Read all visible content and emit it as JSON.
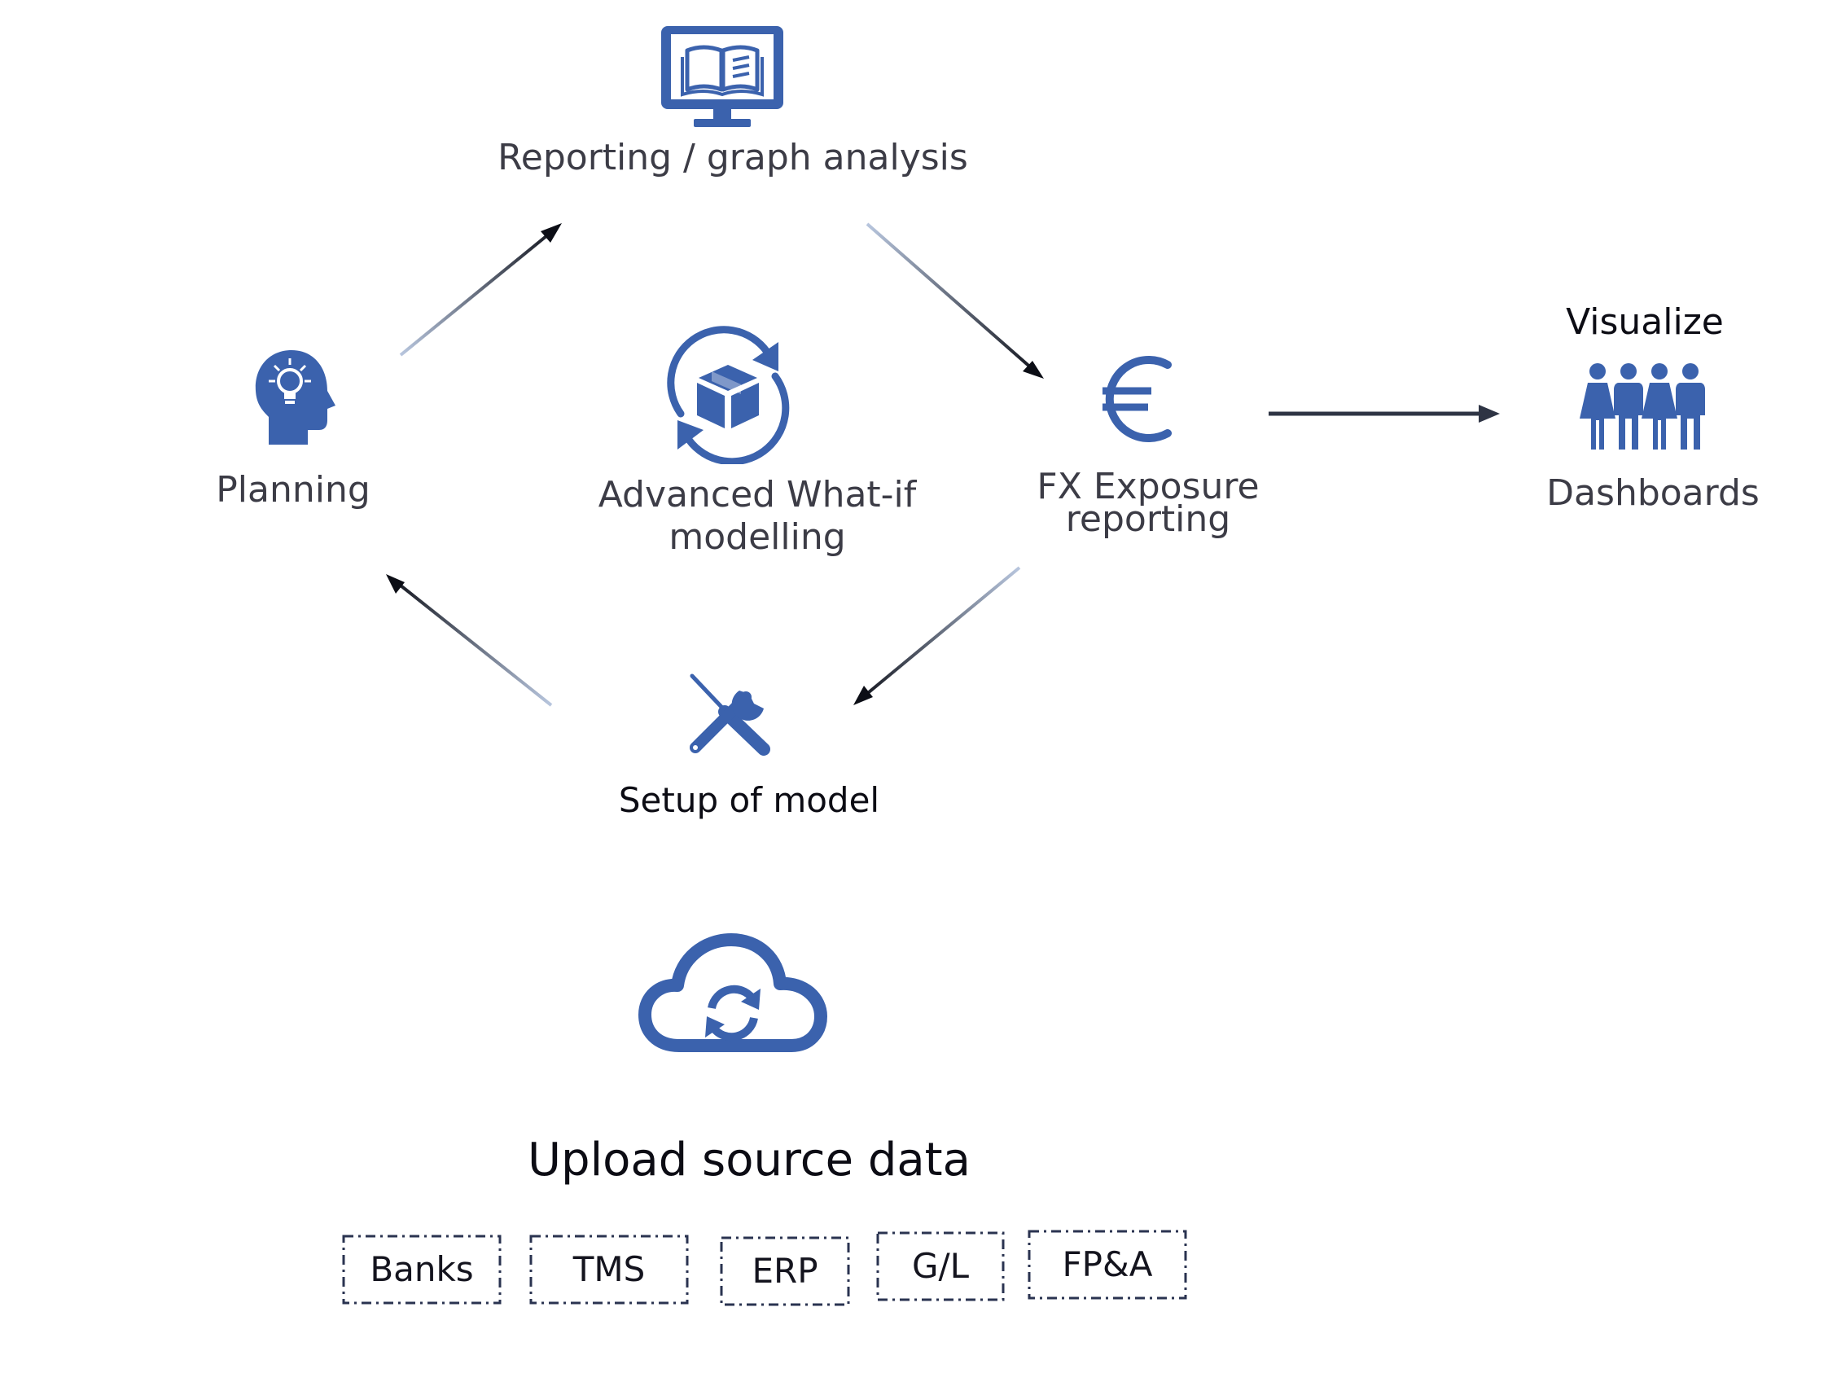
{
  "colors": {
    "icon": "#3b62ad",
    "text": "#3c3c46",
    "arrow": "#1a1e2a",
    "box_border": "#2a3350"
  },
  "nodes": {
    "reporting": {
      "label": "Reporting / graph analysis",
      "icon": "monitor-book-icon"
    },
    "planning": {
      "label": "Planning",
      "icon": "head-lightbulb-icon"
    },
    "modelling": {
      "label_line1": "Advanced What-if",
      "label_line2": "modelling",
      "icon": "cycle-cube-icon"
    },
    "fx": {
      "label_line1": "FX Exposure",
      "label_line2": "reporting",
      "icon": "euro-icon"
    },
    "setup": {
      "label": "Setup of model",
      "icon": "wrench-screwdriver-icon"
    },
    "dashboards": {
      "title": "Visualize",
      "label": "Dashboards",
      "icon": "people-group-icon"
    }
  },
  "upload": {
    "title": "Upload source data",
    "icon": "cloud-sync-icon",
    "sources": [
      "Banks",
      "TMS",
      "ERP",
      "G/L",
      "FP&A"
    ]
  }
}
